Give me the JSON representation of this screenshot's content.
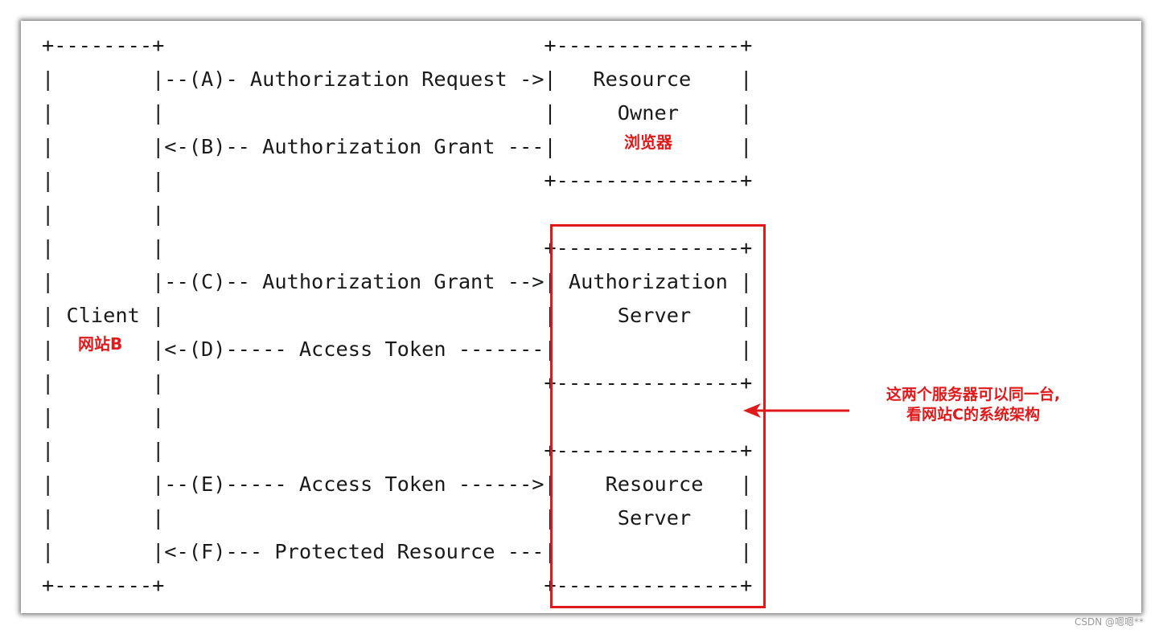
{
  "diagram": {
    "lines": [
      "+--------+                               +---------------+",
      "|        |--(A)- Authorization Request ->|   Resource    |",
      "|        |                               |     Owner     |",
      "|        |<-(B)-- Authorization Grant ---|               |",
      "|        |                               +---------------+",
      "|        |",
      "|        |                               +---------------+",
      "|        |--(C)-- Authorization Grant -->| Authorization |",
      "| Client |                               |     Server    |",
      "|        |<-(D)----- Access Token -------|               |",
      "|        |                               +---------------+",
      "|        |",
      "|        |                               +---------------+",
      "|        |--(E)----- Access Token ------>|    Resource   |",
      "|        |                               |     Server    |",
      "|        |<-(F)--- Protected Resource ---|               |",
      "+--------+                               +---------------+"
    ]
  },
  "annotations": {
    "resource_owner_label": "浏览器",
    "client_label": "网站B",
    "note_line1": "这两个服务器可以同一台,",
    "note_line2": "看网站C的系统架构",
    "accent_color": "#e0191b"
  },
  "watermark": "CSDN @嗯嗯**"
}
